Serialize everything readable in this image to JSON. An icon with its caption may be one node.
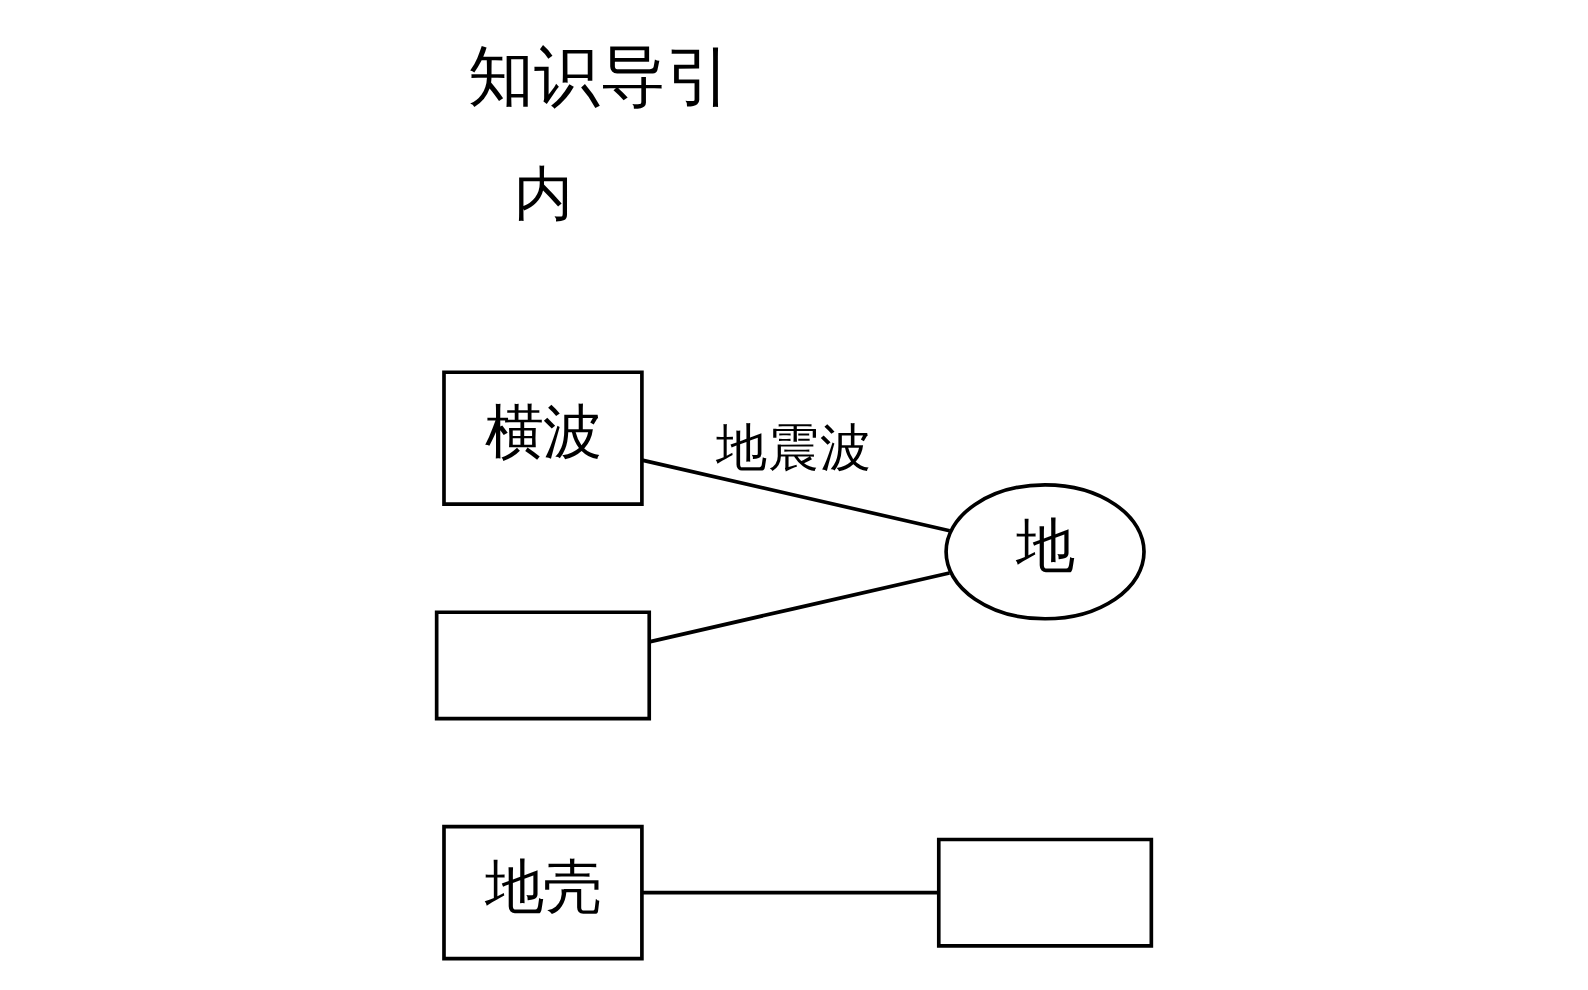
{
  "diagram": {
    "title": "知识导引",
    "nodes": [
      {
        "text": [
          "地壳"
        ]
      },
      {
        "text": [],
        "shape": "box"
      },
      {
        "text": [
          "横波"
        ]
      },
      {
        "text": [],
        "shape": "box"
      },
      {
        "text": [
          "地"
        ]
      }
    ],
    "edges": [
      {
        "from": 0,
        "to": 1,
        "arrow": "none"
      },
      {
        "from": 2,
        "to": 4,
        "arrow": "none",
        "label": "地震波"
      },
      {
        "from": 3,
        "to": 4,
        "arrow": "none"
      }
    ],
    "labels": [
      "内"
    ]
  }
}
